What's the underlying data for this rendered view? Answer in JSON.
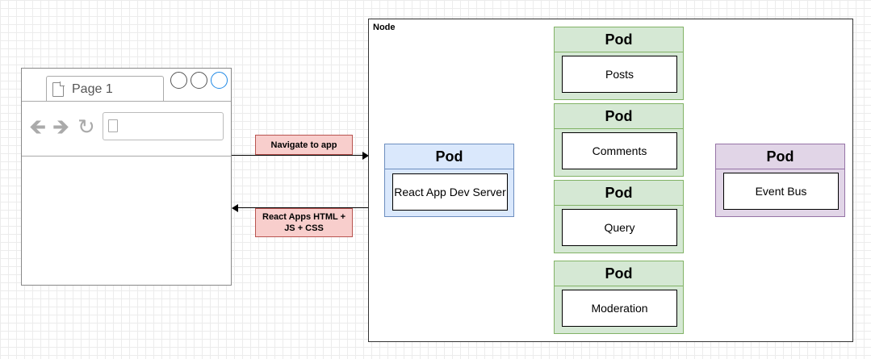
{
  "browser": {
    "tab_label": "Page 1",
    "nav_icons": [
      "back-arrow-icon",
      "forward-arrow-icon",
      "refresh-icon",
      "document-icon"
    ]
  },
  "edges": {
    "to_app": "Navigate to app",
    "to_browser": "React Apps HTML + JS + CSS"
  },
  "node": {
    "label": "Node",
    "pods": [
      {
        "title": "Pod",
        "service": "React App Dev Server",
        "color": "#dae8fc"
      },
      {
        "title": "Pod",
        "service": "Posts",
        "color": "#d5e8d4"
      },
      {
        "title": "Pod",
        "service": "Comments",
        "color": "#d5e8d4"
      },
      {
        "title": "Pod",
        "service": "Query",
        "color": "#d5e8d4"
      },
      {
        "title": "Pod",
        "service": "Moderation",
        "color": "#d5e8d4"
      },
      {
        "title": "Pod",
        "service": "Event Bus",
        "color": "#e1d5e7"
      }
    ]
  }
}
